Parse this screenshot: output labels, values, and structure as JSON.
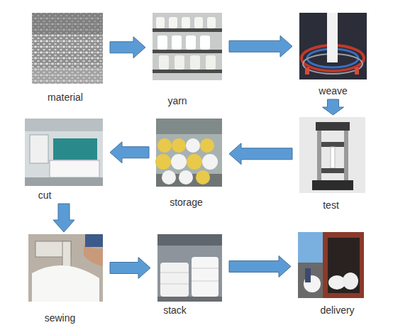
{
  "diagram": {
    "nodes": [
      {
        "text": [
          "material"
        ]
      },
      {
        "text": [
          "yarn"
        ]
      },
      {
        "text": [
          "weave"
        ]
      },
      {
        "text": [
          "cut"
        ]
      },
      {
        "text": [
          "storage"
        ]
      },
      {
        "text": [
          "test"
        ]
      },
      {
        "text": [
          "sewing"
        ]
      },
      {
        "text": [
          "stack"
        ]
      },
      {
        "text": [
          "delivery"
        ]
      }
    ],
    "edges": [
      {
        "from": 0,
        "to": 1,
        "arrow": "to"
      },
      {
        "from": 1,
        "to": 2,
        "arrow": "to"
      },
      {
        "from": 2,
        "to": 5,
        "arrow": "to"
      },
      {
        "from": 5,
        "to": 4,
        "arrow": "to"
      },
      {
        "from": 4,
        "to": 3,
        "arrow": "to"
      },
      {
        "from": 3,
        "to": 6,
        "arrow": "to"
      },
      {
        "from": 6,
        "to": 7,
        "arrow": "to"
      },
      {
        "from": 7,
        "to": 8,
        "arrow": "to"
      }
    ]
  }
}
